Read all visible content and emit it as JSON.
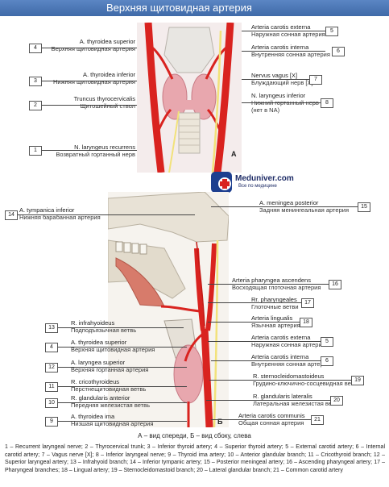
{
  "title": "Верхняя щитовидная артерия",
  "panel_a": {
    "letter": "А",
    "labels": [
      {
        "num": "4",
        "lat": "A. thyroidea superior",
        "ru": "Верхняя щитовидная артерия"
      },
      {
        "num": "3",
        "lat": "A. thyroidea inferior",
        "ru": "Нижняя щитовидная артерия"
      },
      {
        "num": "2",
        "lat": "Truncus thyrocervicalis",
        "ru": "Щитошейный ствол"
      },
      {
        "num": "1",
        "lat": "N. laryngeus recurrens",
        "ru": "Возвратный гортанный нерв"
      },
      {
        "num": "5",
        "lat": "Arteria carotis externa",
        "ru": "Наружная сонная артерия"
      },
      {
        "num": "6",
        "lat": "Arteria carotis interna",
        "ru": "Внутренняя сонная артерия"
      },
      {
        "num": "7",
        "lat": "Nervus vagus [X]",
        "ru": "Блуждающий нерв [X]"
      },
      {
        "num": "8",
        "lat": "N. laryngeus inferior",
        "ru": "Нижний гортанный нерв",
        "ru2": "(нет в NA)"
      }
    ]
  },
  "logo": {
    "name": "Meduniver.com",
    "sub": "Все по медицине"
  },
  "panel_b": {
    "letter": "Б",
    "labels": [
      {
        "num": "14",
        "lat": "A. tympanica inferior",
        "ru": "Нижняя барабанная артерия"
      },
      {
        "num": "15",
        "lat": "A. meningea posterior",
        "ru": "Задняя менингеальная артерия"
      },
      {
        "num": "16",
        "lat": "Arteria pharyngea ascendens",
        "ru": "Восходящая глоточная артерия"
      },
      {
        "num": "17",
        "lat": "Rr. pharyngeales",
        "ru": "Глоточные ветви"
      },
      {
        "num": "18",
        "lat": "Arteria lingualis",
        "ru": "Язычная артерия"
      },
      {
        "num": "5",
        "lat": "Arteria carotis externa",
        "ru": "Наружная сонная артерия"
      },
      {
        "num": "6",
        "lat": "Arteria carotis interna",
        "ru": "Внутренняя сонная артерия"
      },
      {
        "num": "19",
        "lat": "R. sternocleidomastoideus",
        "ru": "Грудино-ключично-сосцевидная ветвь"
      },
      {
        "num": "20",
        "lat": "R. glandularis lateralis",
        "ru": "Латеральная железистая ветвь"
      },
      {
        "num": "21",
        "lat": "Arteria carotis communis",
        "ru": "Общая сонная артерия"
      },
      {
        "num": "13",
        "lat": "R. infrahyoideus",
        "ru": "Подподъязычная ветвь"
      },
      {
        "num": "4",
        "lat": "A. thyroidea superior",
        "ru": "Верхняя щитовидная артерия"
      },
      {
        "num": "12",
        "lat": "A. laryngea superior",
        "ru": "Верхняя гортанная артерия"
      },
      {
        "num": "11",
        "lat": "R. cricothyroideus",
        "ru": "Перстнещитовидная ветвь"
      },
      {
        "num": "10",
        "lat": "R. glandularis anterior",
        "ru": "Передняя железистая ветвь"
      },
      {
        "num": "9",
        "lat": "A. thyroidea ima",
        "ru": "Низшая щитовидная артерия"
      }
    ]
  },
  "caption": "А – вид спереди, Б – вид сбоку, слева",
  "legend": "1 – Recurrent laryngeal nerve; 2 – Thyrocervical trunk; 3 – Inferior thyroid artery; 4 – Superior thyroid artery; 5 – External carotid artery; 6 – Internal carotid artery; 7 – Vagus nerve [X]; 8 – Inferior laryngeal nerve; 9 – Thyroid ima artery; 10 – Anterior glandular branch; 11 – Cricothyroid branch; 12 – Superior laryngeal artery; 13 – Infrahyoid branch; 14 – Inferior tympanic artery; 15 – Posterior meningeal artery; 16 – Ascending pharyngeal artery; 17 – Pharyngeal branches; 18 – Lingual artery; 19 – Sternocleidomastoid branch; 20 – Lateral glandular branch; 21 – Common carotid artery",
  "colors": {
    "title_bar": "#4a76b6",
    "artery": "#d9231f",
    "nerve": "#f2e27a",
    "bone": "#e8e2d6",
    "thyroid": "#e8a7ae"
  }
}
